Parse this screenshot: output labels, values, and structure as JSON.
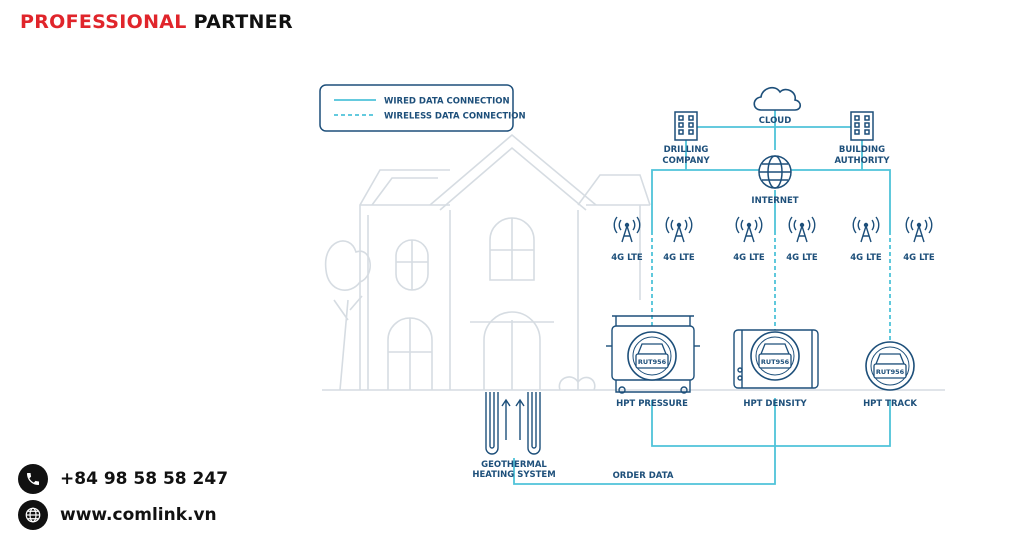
{
  "brand": {
    "part1": "PROFESSIONAL",
    "part2": "PARTNER"
  },
  "contact": {
    "phone": "+84 98 58 58 247",
    "website": "www.comlink.vn",
    "phone_icon": "phone-icon",
    "globe_icon": "globe-icon"
  },
  "legend": {
    "wired": "WIRED DATA CONNECTION",
    "wireless": "WIRELESS DATA CONNECTION"
  },
  "nodes": {
    "cloud": "CLOUD",
    "drilling_line1": "DRILLING",
    "drilling_line2": "COMPANY",
    "building_line1": "BUILDING",
    "building_line2": "AUTHORITY",
    "internet": "INTERNET",
    "lte": "4G LTE",
    "router": "RUT956",
    "hpt_pressure": "HPT PRESSURE",
    "hpt_density": "HPT DENSITY",
    "hpt_track": "HPT TRACK",
    "geo_line1": "GEOTHERMAL",
    "geo_line2": "HEATING SYSTEM",
    "order_data": "ORDER DATA"
  },
  "colors": {
    "brand_red": "#e0252b",
    "line_cyan": "#4fc3d9",
    "navy": "#1d4f7a",
    "house_gray": "#d6dce2"
  }
}
